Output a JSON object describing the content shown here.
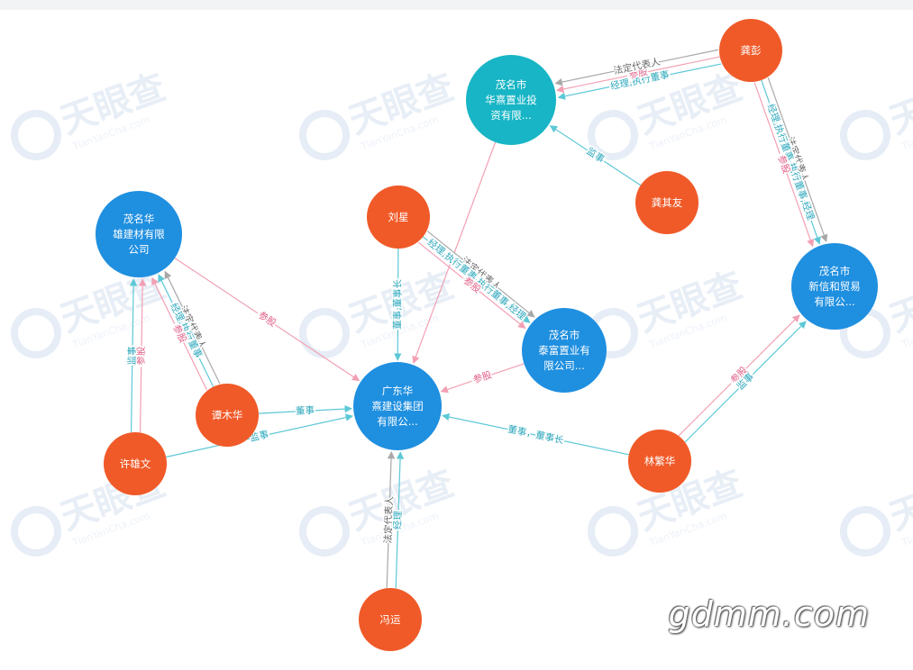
{
  "watermark": {
    "brand": "天眼查",
    "domain": "TianYanCha.com"
  },
  "site_mark": "gdmm.com",
  "colors": {
    "person": "#f05a28",
    "company": "#1f8fe0",
    "company_teal": "#17b5c5",
    "pink": "#f2a0b4",
    "teal": "#5cc8d6",
    "gray": "#a8a8a8",
    "pink_text": "#e05f86",
    "teal_text": "#2fa9bd",
    "gray_text": "#666666"
  },
  "nodes": [
    {
      "id": "huaxi_invest",
      "type": "company_teal",
      "lines": [
        "茂名市",
        "华熹置业投",
        "资有限..."
      ]
    },
    {
      "id": "gong_peng",
      "type": "person",
      "lines": [
        "龚彭"
      ]
    },
    {
      "id": "gong_qiyou",
      "type": "person",
      "lines": [
        "龚其友"
      ]
    },
    {
      "id": "xinxin",
      "type": "company",
      "lines": [
        "茂名市",
        "新信和贸易",
        "有限公..."
      ]
    },
    {
      "id": "huaxiong",
      "type": "company",
      "lines": [
        "茂名华",
        "雄建材有限",
        "公司"
      ]
    },
    {
      "id": "liu_xing",
      "type": "person",
      "lines": [
        "刘星"
      ]
    },
    {
      "id": "taifu",
      "type": "company",
      "lines": [
        "茂名市",
        "泰富置业有",
        "限公司..."
      ]
    },
    {
      "id": "guangdong",
      "type": "company",
      "lines": [
        "广东华",
        "熹建设集团",
        "有限公..."
      ]
    },
    {
      "id": "tan_muhua",
      "type": "person",
      "lines": [
        "谭木华"
      ]
    },
    {
      "id": "xu_xiongwen",
      "type": "person",
      "lines": [
        "许雄文"
      ]
    },
    {
      "id": "lin_fanhua",
      "type": "person",
      "lines": [
        "林繁华"
      ]
    },
    {
      "id": "feng_yun",
      "type": "person",
      "lines": [
        "冯运"
      ]
    }
  ],
  "edges": [
    {
      "from": "gong_peng",
      "to": "huaxi_invest",
      "label": "经理,执行董事",
      "kind": "teal"
    },
    {
      "from": "gong_peng",
      "to": "huaxi_invest",
      "label": "参股",
      "kind": "pink"
    },
    {
      "from": "gong_peng",
      "to": "huaxi_invest",
      "label": "法定代表人",
      "kind": "gray"
    },
    {
      "from": "gong_qiyou",
      "to": "huaxi_invest",
      "label": "监事",
      "kind": "teal"
    },
    {
      "from": "gong_peng",
      "to": "xinxin",
      "label": "法定代表人",
      "kind": "gray"
    },
    {
      "from": "gong_peng",
      "to": "xinxin",
      "label": "经理,执行董事,执行董事,经理",
      "kind": "teal"
    },
    {
      "from": "gong_peng",
      "to": "xinxin",
      "label": "参股",
      "kind": "pink"
    },
    {
      "from": "huaxi_invest",
      "to": "guangdong",
      "label": "",
      "kind": "pink"
    },
    {
      "from": "liu_xing",
      "to": "guangdong",
      "label": "董事,董事长",
      "kind": "teal"
    },
    {
      "from": "liu_xing",
      "to": "taifu",
      "label": "法定代表人",
      "kind": "gray"
    },
    {
      "from": "liu_xing",
      "to": "taifu",
      "label": "经理,执行董事,执行董事,经理",
      "kind": "teal"
    },
    {
      "from": "liu_xing",
      "to": "taifu",
      "label": "参股",
      "kind": "pink"
    },
    {
      "from": "taifu",
      "to": "guangdong",
      "label": "参股",
      "kind": "pink"
    },
    {
      "from": "huaxiong",
      "to": "guangdong",
      "label": "参股",
      "kind": "pink"
    },
    {
      "from": "tan_muhua",
      "to": "huaxiong",
      "label": "法定代表人",
      "kind": "gray"
    },
    {
      "from": "tan_muhua",
      "to": "huaxiong",
      "label": "经理,执行董事",
      "kind": "teal"
    },
    {
      "from": "tan_muhua",
      "to": "huaxiong",
      "label": "参股",
      "kind": "pink"
    },
    {
      "from": "xu_xiongwen",
      "to": "huaxiong",
      "label": "参股",
      "kind": "pink"
    },
    {
      "from": "xu_xiongwen",
      "to": "huaxiong",
      "label": "监事",
      "kind": "teal"
    },
    {
      "from": "tan_muhua",
      "to": "guangdong",
      "label": "董事",
      "kind": "teal"
    },
    {
      "from": "xu_xiongwen",
      "to": "guangdong",
      "label": "监事",
      "kind": "teal"
    },
    {
      "from": "lin_fanhua",
      "to": "guangdong",
      "label": "董事，董事长",
      "kind": "teal"
    },
    {
      "from": "lin_fanhua",
      "to": "xinxin",
      "label": "参股",
      "kind": "pink"
    },
    {
      "from": "lin_fanhua",
      "to": "xinxin",
      "label": "监事",
      "kind": "teal"
    },
    {
      "from": "feng_yun",
      "to": "guangdong",
      "label": "法定代表人",
      "kind": "gray"
    },
    {
      "from": "feng_yun",
      "to": "guangdong",
      "label": "经理",
      "kind": "teal"
    }
  ]
}
